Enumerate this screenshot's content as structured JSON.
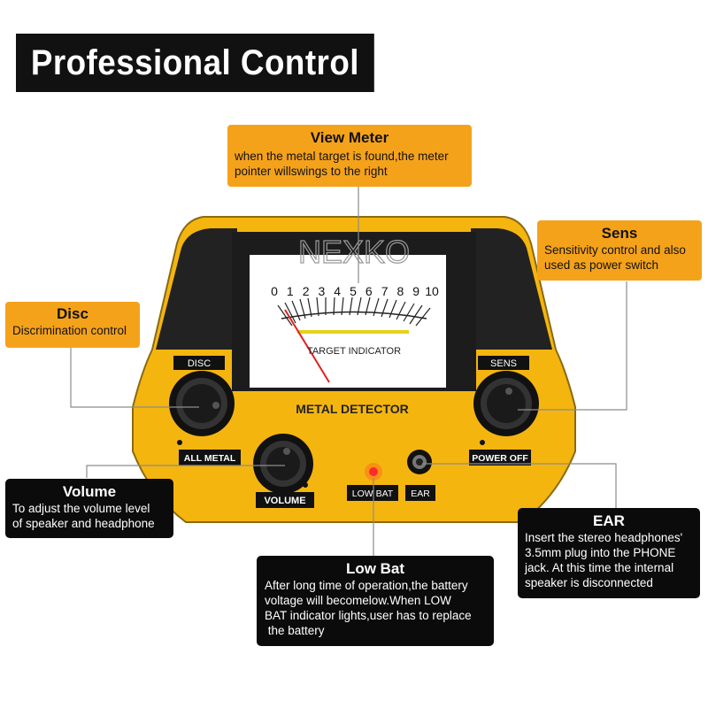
{
  "title": "Professional Control Box",
  "watermark": "NEXKO",
  "device": {
    "label": "METAL DETECTOR",
    "meter_scale": [
      "0",
      "1",
      "2",
      "3",
      "4",
      "5",
      "6",
      "7",
      "8",
      "9",
      "10"
    ],
    "meter_caption": "TARGET INDICATOR",
    "knob_disc_label": "DISC",
    "knob_disc_sub": "ALL METAL",
    "knob_sens_label": "SENS",
    "knob_sens_sub": "POWER OFF",
    "knob_volume_label": "VOLUME",
    "lowbat_label": "LOW BAT",
    "ear_label": "EAR"
  },
  "callouts": {
    "view_meter": {
      "heading": "View Meter",
      "text": [
        "when the metal target is found,the meter",
        "pointer willswings to the right"
      ]
    },
    "sens": {
      "heading": "Sens",
      "text": [
        "Sensitivity control and also",
        "used as power switch"
      ]
    },
    "disc": {
      "heading": "Disc",
      "text": [
        "Discrimination control"
      ]
    },
    "volume": {
      "heading": "Volume",
      "text": [
        "To adjust the volume level",
        "of speaker and headphone"
      ]
    },
    "ear": {
      "heading": "EAR",
      "text": [
        "Insert the stereo headphones'",
        "3.5mm plug into the PHONE",
        "jack. At this time the internal",
        "speaker is disconnected"
      ]
    },
    "low_bat": {
      "heading": "Low Bat",
      "text": [
        "After long time of operation,the battery",
        "voltage will becomelow.When LOW",
        "BAT indicator lights,user has to replace",
        " the battery"
      ]
    }
  },
  "colors": {
    "body_yellow": "#f5b50f",
    "callout_orange": "#f5a21b",
    "dark": "#0b0b0b",
    "indicator_red": "#ff2a2a"
  }
}
